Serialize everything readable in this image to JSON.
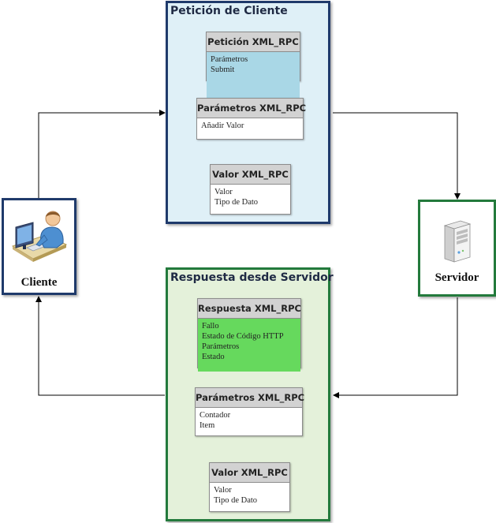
{
  "request_group": {
    "title": "Petición de Cliente",
    "boxes": [
      {
        "name": "Petición XML_RPC",
        "items": [
          "Parámetros",
          "Submit"
        ]
      },
      {
        "name": "Parámetros XML_RPC",
        "items": [
          "Añadir Valor"
        ]
      },
      {
        "name": "Valor XML_RPC",
        "items": [
          "Valor",
          "Tipo de Dato"
        ]
      }
    ]
  },
  "response_group": {
    "title": "Respuesta desde Servidor",
    "boxes": [
      {
        "name": "Respuesta XML_RPC",
        "items": [
          "Fallo",
          "Estado de Código HTTP",
          "Parámetros",
          "Estado"
        ]
      },
      {
        "name": "Parámetros XML_RPC",
        "items": [
          "Contador",
          "Item"
        ]
      },
      {
        "name": "Valor XML_RPC",
        "items": [
          "Valor",
          "Tipo de Dato"
        ]
      }
    ]
  },
  "client": {
    "label": "Cliente",
    "icon": "user-at-computer-icon"
  },
  "server": {
    "label": "Servidor",
    "icon": "server-tower-icon"
  },
  "colors": {
    "request_border": "#1f3a6b",
    "request_fill": "#dff0f7",
    "response_border": "#237a3c",
    "response_fill": "#e4f1da",
    "highlight_blue": "#a9d7e6",
    "highlight_green": "#66d95d"
  }
}
